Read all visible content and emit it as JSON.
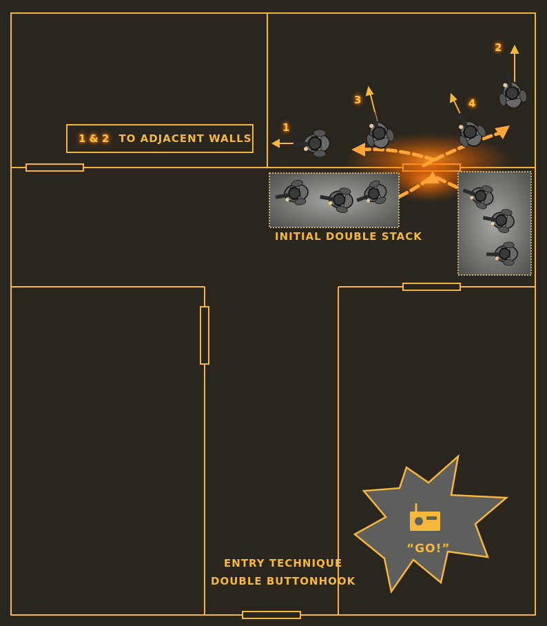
{
  "diagram": {
    "callout": {
      "badge": "1 & 2",
      "text": "TO ADJACENT WALLS"
    },
    "stack_label": "INITIAL DOUBLE STACK",
    "title_line1": "ENTRY TECHNIQUE",
    "title_line2": "DOUBLE BUTTONHOOK",
    "radio_call": "“GO!”",
    "operator_numbers": [
      "1",
      "2",
      "3",
      "4"
    ],
    "icons": [
      "radio-icon",
      "operator-figure",
      "burst-shape"
    ],
    "colors": {
      "background": "#2a261e",
      "walls": "#f5b83d",
      "arrow_glow": "#ff8c1a",
      "burst_fill": "#5e5e5c"
    }
  }
}
